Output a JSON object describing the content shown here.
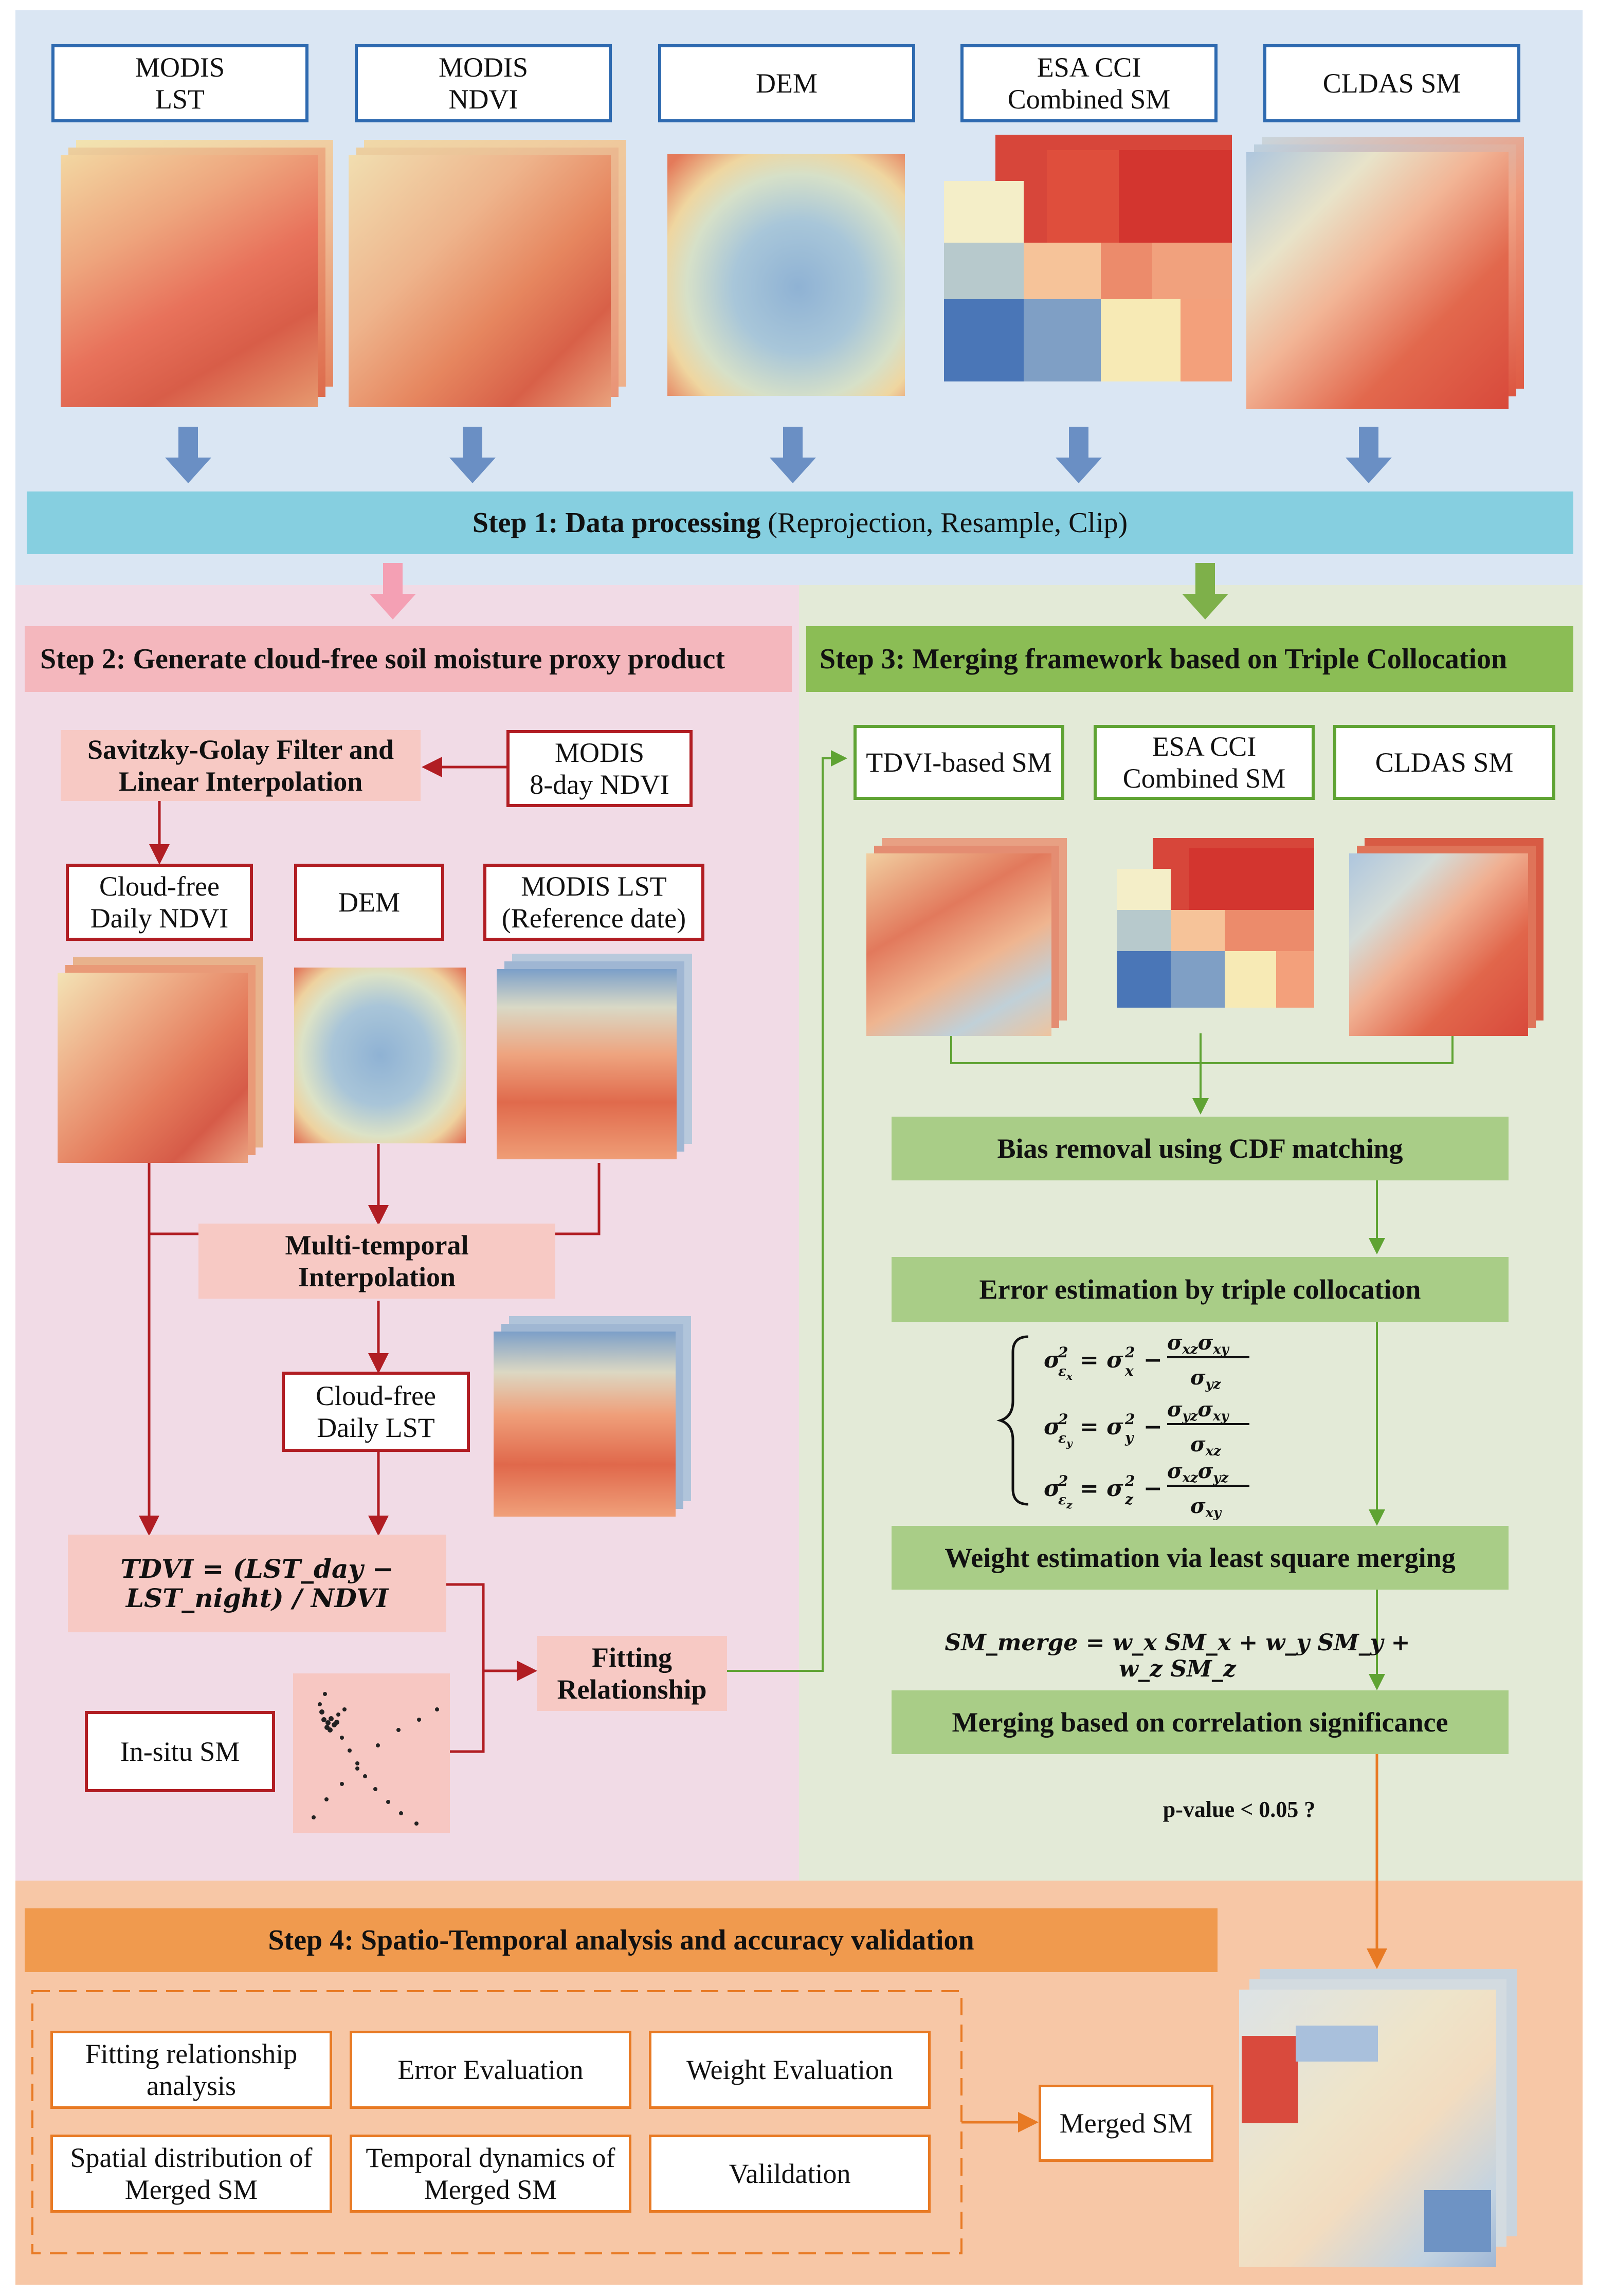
{
  "top_inputs": {
    "labels": [
      "MODIS\nLST",
      "MODIS\nNDVI",
      "DEM",
      "ESA CCI\nCombined SM",
      "CLDAS SM"
    ]
  },
  "step1": {
    "title_bold": "Step 1: Data processing",
    "title_rest": " (Reprojection, Resample, Clip)"
  },
  "step2": {
    "title": "Step 2: Generate cloud-free soil moisture proxy product",
    "sg_filter": "Savitzky-Golay Filter and\nLinear Interpolation",
    "modis_8day": "MODIS\n8-day NDVI",
    "cloudfree_ndvi": "Cloud-free\nDaily NDVI",
    "dem": "DEM",
    "modis_lst_ref": "MODIS LST\n(Reference date)",
    "multi_temporal": "Multi-temporal\nInterpolation",
    "cloudfree_lst": "Cloud-free\nDaily LST",
    "tdvi_formula": "TDVI = (LST_day − LST_night) / NDVI",
    "insitu": "In-situ SM",
    "fitting": "Fitting\nRelationship"
  },
  "step3": {
    "title": "Step 3: Merging framework based on Triple Collocation",
    "tdvi_sm": "TDVI-based SM",
    "esa_cci": "ESA CCI\nCombined SM",
    "cldas": "CLDAS SM",
    "bias": "Bias removal using CDF matching",
    "error": "Error estimation by triple collocation",
    "weight": "Weight estimation via least square merging",
    "merge_formula": "SM_merge = w_x SM_x + w_y SM_y + w_z SM_z",
    "merging": "Merging based on correlation significance",
    "pvalue": "p-value < 0.05 ?"
  },
  "step4": {
    "title": "Step 4: Spatio-Temporal analysis and accuracy validation",
    "items": [
      "Fitting relationship\nanalysis",
      "Error Evaluation",
      "Weight Evaluation",
      "Spatial distribution of\nMerged SM",
      "Temporal dynamics of\nMerged SM",
      "Valildation"
    ],
    "merged": "Merged SM"
  },
  "colors": {
    "top_bg": "#dae6f3",
    "pink_bg": "#f1dbe6",
    "green_bg": "#e3ead7",
    "orange_bg": "#f7c7a6",
    "step1_bar": "#86cfe0",
    "step2_bar": "#f4b7bd",
    "step3_bar": "#8bbd55",
    "step4_bar": "#f09a4e",
    "blue": "#2e6ab0",
    "red": "#b11d23",
    "green": "#5fa333",
    "orange": "#e87a24"
  }
}
